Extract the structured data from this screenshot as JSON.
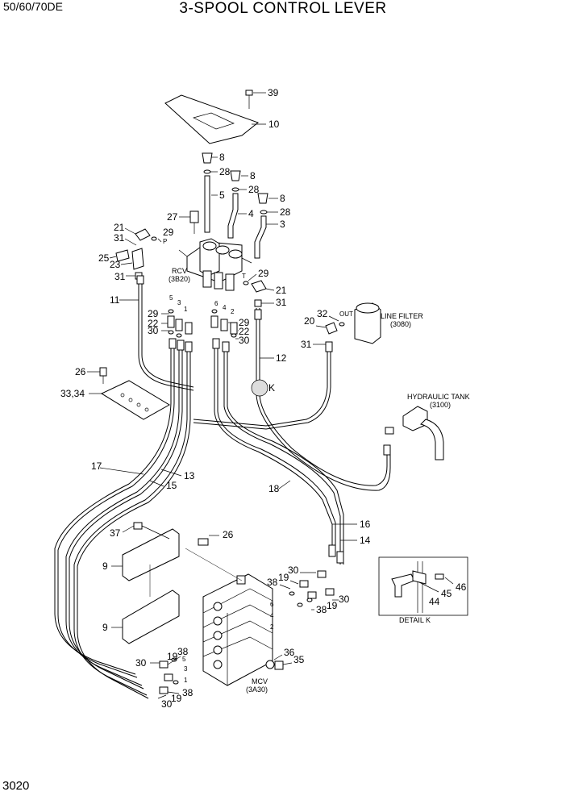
{
  "header": {
    "model": "50/60/70DE",
    "title": "3-SPOOL CONTROL LEVER"
  },
  "page_number": "3020",
  "labels": {
    "rcv": "RCV",
    "rcv_ref": "(3B20)",
    "mcv": "MCV",
    "mcv_ref": "(3A30)",
    "line_filter": "LINE FILTER",
    "line_filter_ref": "(3080)",
    "hydraulic_tank": "HYDRAULIC TANK",
    "hydraulic_tank_ref": "(3100)",
    "detail_k": "DETAIL K",
    "detail_marker": "K",
    "port_p": "P",
    "port_t": "T",
    "port_out": "OUT"
  },
  "port_numbers": [
    "1",
    "2",
    "3",
    "4",
    "5",
    "6"
  ],
  "part_numbers": {
    "p39": "39",
    "p10": "10",
    "p8": "8",
    "p28": "28",
    "p5": "5",
    "p4": "4",
    "p3": "3",
    "p27": "27",
    "p21": "21",
    "p29": "29",
    "p31": "31",
    "p25": "25",
    "p23": "23",
    "p11": "11",
    "p22": "22",
    "p30": "30",
    "p32": "32",
    "p20": "20",
    "p12": "12",
    "p26": "26",
    "p3334": "33,34",
    "p17": "17",
    "p13": "13",
    "p15": "15",
    "p18": "18",
    "p16": "16",
    "p14": "14",
    "p37": "37",
    "p9": "9",
    "p19": "19",
    "p38": "38",
    "p36": "36",
    "p35": "35",
    "p44": "44",
    "p45": "45",
    "p46": "46"
  }
}
